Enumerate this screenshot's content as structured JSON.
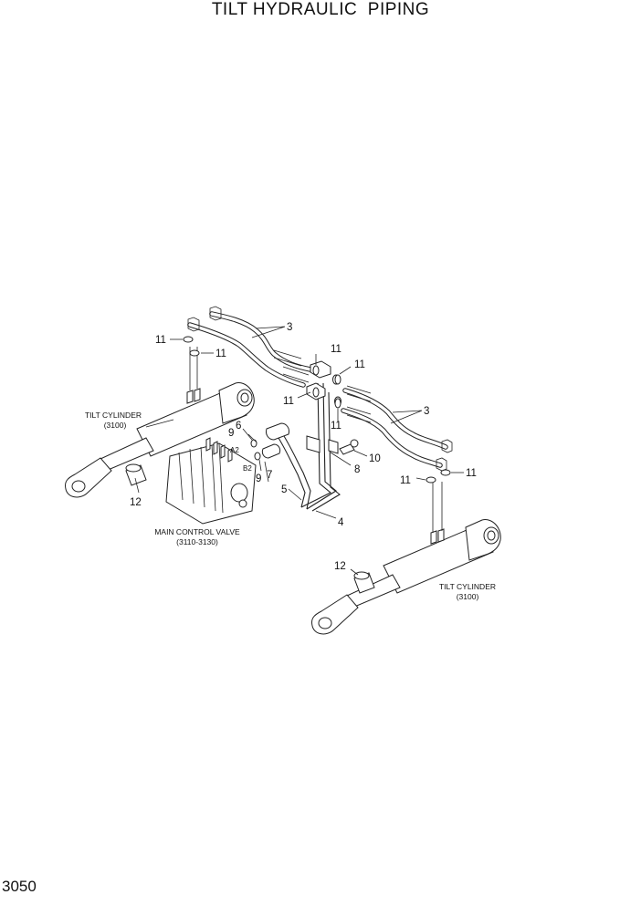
{
  "title": "TILT HYDRAULIC  PIPING",
  "page_number": "3050",
  "captions": {
    "tilt_cylinder_left": "TILT CYLINDER",
    "tilt_cylinder_left_ref": "(3100)",
    "tilt_cylinder_right": "TILT CYLINDER",
    "tilt_cylinder_right_ref": "(3100)",
    "main_control_valve": "MAIN CONTROL VALVE",
    "main_control_valve_ref": "(3110-3130)"
  },
  "ports": {
    "a2": "A2",
    "b2": "B2"
  },
  "callouts": {
    "c3_top": "3",
    "c3_right": "3",
    "c4": "4",
    "c5": "5",
    "c6": "6",
    "c7": "7",
    "c8": "8",
    "c9_top": "9",
    "c9_bottom": "9",
    "c10": "10",
    "c11_a": "11",
    "c11_b": "11",
    "c11_c": "11",
    "c11_d": "11",
    "c11_e": "11",
    "c11_f": "11",
    "c11_g": "11",
    "c11_h": "11",
    "c12_left": "12",
    "c12_right": "12"
  }
}
